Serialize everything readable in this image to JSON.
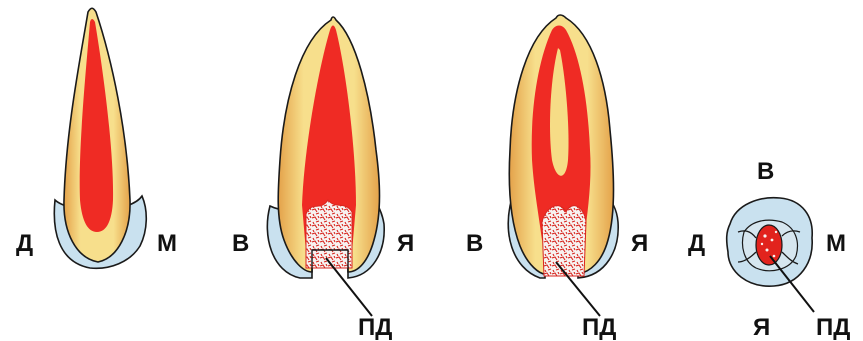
{
  "labels": {
    "t1_left": "Д",
    "t1_right": "М",
    "t2_left": "В",
    "t2_right": "Я",
    "t2_bottom": "ПД",
    "t3_left": "В",
    "t3_right": "Я",
    "t3_bottom": "ПД",
    "t4_top": "В",
    "t4_left": "Д",
    "t4_right": "М",
    "t4_bottom_left": "Я",
    "t4_bottom_right": "ПД"
  },
  "colors": {
    "gum": "#c9e1ef",
    "enamel": "#f6dc86",
    "dentin": "#e6a94d",
    "pulp": "#ef2b24",
    "outline": "#1a1a1a",
    "filling_red": "#d7261f",
    "filling_white": "#f7f2f0"
  }
}
